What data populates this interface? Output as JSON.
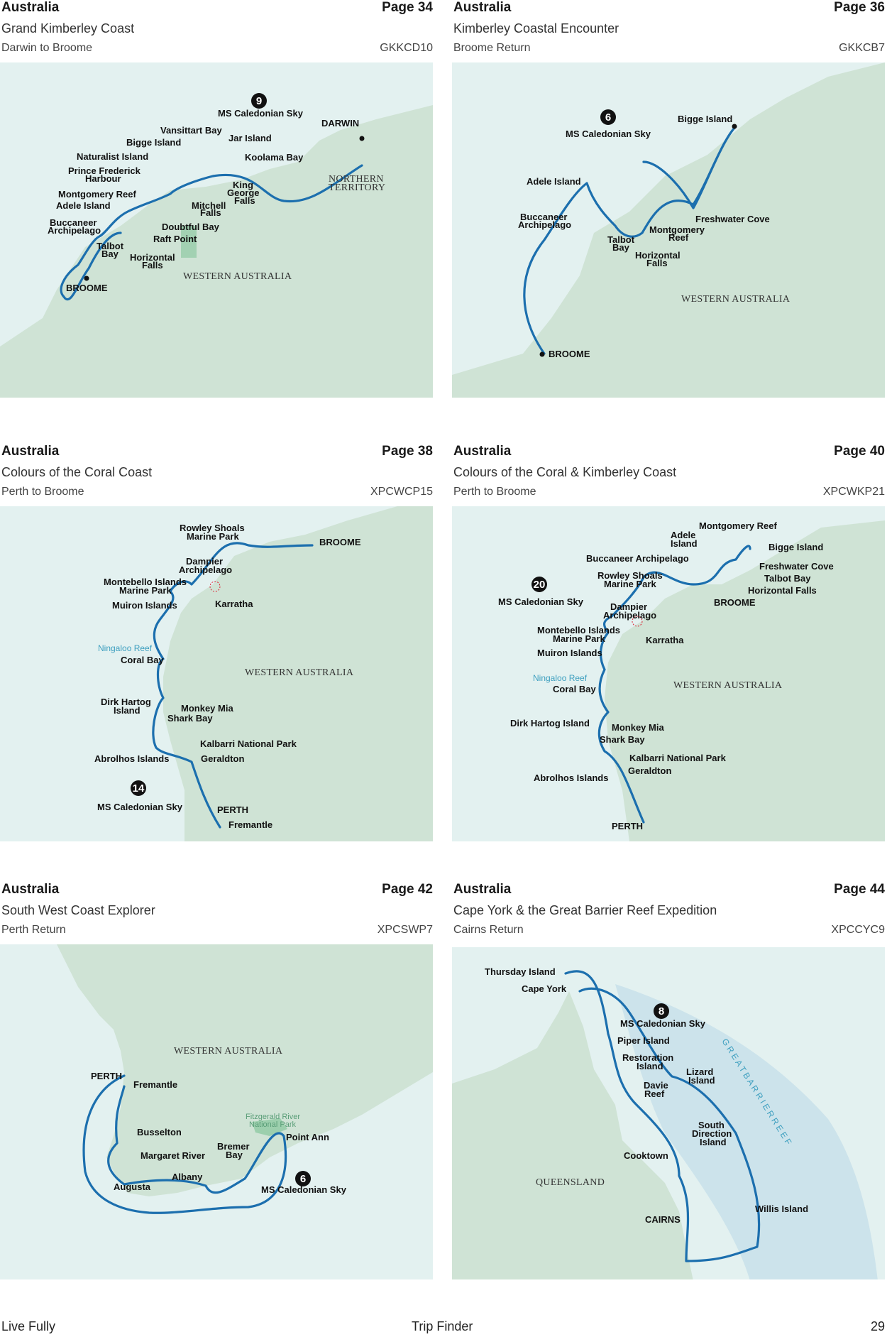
{
  "colors": {
    "sea": "#e3f1f0",
    "land": "#cfe3d5",
    "route": "#1c6fae",
    "park": "#8ec9a2"
  },
  "cards": [
    {
      "country": "Australia",
      "page": "Page 34",
      "title": "Grand Kimberley Coast",
      "subtitle": "Darwin to Broome",
      "code": "GKKCD10",
      "ship_count": "9",
      "ship": "MS Caledonian Sky",
      "labels": {
        "darwin": "DARWIN",
        "broome": "BROOME",
        "nt": "NORTHERN",
        "nt2": "TERRITORY",
        "wa": "WESTERN AUSTRALIA",
        "vansittart": "Vansittart Bay",
        "jar": "Jar Island",
        "koolama": "Koolama Bay",
        "bigge": "Bigge Island",
        "naturalist": "Naturalist Island",
        "prince1": "Prince Frederick",
        "prince2": "Harbour",
        "montgomery": "Montgomery Reef",
        "adele": "Adele Island",
        "kg1": "King",
        "kg2": "George",
        "kg3": "Falls",
        "mitchell1": "Mitchell",
        "mitchell2": "Falls",
        "buccaneer1": "Buccaneer",
        "buccaneer2": "Archipelago",
        "doubtful": "Doubtful Bay",
        "raft": "Raft Point",
        "talbot1": "Talbot",
        "talbot2": "Bay",
        "horizontal1": "Horizontal",
        "horizontal2": "Falls"
      }
    },
    {
      "country": "Australia",
      "page": "Page 36",
      "title": "Kimberley Coastal Encounter",
      "subtitle": "Broome Return",
      "code": "GKKCB7",
      "ship_count": "6",
      "ship": "MS Caledonian Sky",
      "labels": {
        "bigge": "Bigge Island",
        "adele": "Adele Island",
        "buccaneer1": "Buccaneer",
        "buccaneer2": "Archipelago",
        "freshwater": "Freshwater Cove",
        "montgomery1": "Montgomery",
        "montgomery2": "Reef",
        "talbot1": "Talbot",
        "talbot2": "Bay",
        "horizontal1": "Horizontal",
        "horizontal2": "Falls",
        "wa": "WESTERN AUSTRALIA",
        "broome": "BROOME"
      }
    },
    {
      "country": "Australia",
      "page": "Page 38",
      "title": "Colours of the Coral Coast",
      "subtitle": "Perth to Broome",
      "code": "XPCWCP15",
      "ship_count": "14",
      "ship": "MS Caledonian Sky",
      "labels": {
        "rowley1": "Rowley Shoals",
        "rowley2": "Marine Park",
        "broome": "BROOME",
        "dampier1": "Dampier",
        "dampier2": "Archipelago",
        "montebello1": "Montebello Islands",
        "montebello2": "Marine Park",
        "muiron": "Muiron Islands",
        "karratha": "Karratha",
        "ningaloo": "Ningaloo Reef",
        "coral": "Coral Bay",
        "wa": "WESTERN AUSTRALIA",
        "dirk1": "Dirk Hartog",
        "dirk2": "Island",
        "monkey": "Monkey Mia",
        "shark": "Shark Bay",
        "kalbarri": "Kalbarri National Park",
        "abrolhos": "Abrolhos Islands",
        "geraldton": "Geraldton",
        "perth": "PERTH",
        "fremantle": "Fremantle"
      }
    },
    {
      "country": "Australia",
      "page": "Page 40",
      "title": "Colours of the Coral & Kimberley Coast",
      "subtitle": "Perth to Broome",
      "code": "XPCWKP21",
      "ship_count": "20",
      "ship": "MS Caledonian Sky",
      "labels": {
        "montgomery": "Montgomery Reef",
        "adele1": "Adele",
        "adele2": "Island",
        "bigge": "Bigge Island",
        "buccaneer": "Buccaneer Archipelago",
        "freshwater": "Freshwater Cove",
        "rowley1": "Rowley Shoals",
        "rowley2": "Marine Park",
        "talbot": "Talbot Bay",
        "horizontal": "Horizontal Falls",
        "broome": "BROOME",
        "dampier1": "Dampier",
        "dampier2": "Archipelago",
        "montebello1": "Montebello Islands",
        "montebello2": "Marine Park",
        "karratha": "Karratha",
        "muiron": "Muiron Islands",
        "ningaloo": "Ningaloo Reef",
        "coral": "Coral Bay",
        "wa": "WESTERN AUSTRALIA",
        "dirk": "Dirk Hartog Island",
        "monkey": "Monkey Mia",
        "shark": "Shark Bay",
        "kalbarri": "Kalbarri National Park",
        "geraldton": "Geraldton",
        "abrolhos": "Abrolhos Islands",
        "perth": "PERTH"
      }
    },
    {
      "country": "Australia",
      "page": "Page 42",
      "title": "South West Coast Explorer",
      "subtitle": "Perth Return",
      "code": "XPCSWP7",
      "ship_count": "6",
      "ship": "MS Caledonian Sky",
      "labels": {
        "wa": "WESTERN AUSTRALIA",
        "perth": "PERTH",
        "fremantle": "Fremantle",
        "fitz1": "Fitzgerald River",
        "fitz2": "National Park",
        "pointann": "Point Ann",
        "busselton": "Busselton",
        "bremer1": "Bremer",
        "bremer2": "Bay",
        "margaret": "Margaret River",
        "albany": "Albany",
        "augusta": "Augusta"
      }
    },
    {
      "country": "Australia",
      "page": "Page 44",
      "title": "Cape York & the Great Barrier Reef Expedition",
      "subtitle": "Cairns Return",
      "code": "XPCCYC9",
      "ship_count": "8",
      "ship": "MS Caledonian Sky",
      "labels": {
        "thursday": "Thursday Island",
        "capeyork": "Cape York",
        "piper": "Piper Island",
        "restoration1": "Restoration",
        "restoration2": "Island",
        "lizard1": "Lizard",
        "lizard2": "Island",
        "davie1": "Davie",
        "davie2": "Reef",
        "southdir1": "South",
        "southdir2": "Direction",
        "southdir3": "Island",
        "cooktown": "Cooktown",
        "queensland": "QUEENSLAND",
        "willis": "Willis Island",
        "cairns": "CAIRNS",
        "gbr": "G R E A T   B A R R I E R   R E E F"
      }
    }
  ],
  "footer": {
    "left": "Live Fully",
    "center": "Trip Finder",
    "right": "29"
  }
}
